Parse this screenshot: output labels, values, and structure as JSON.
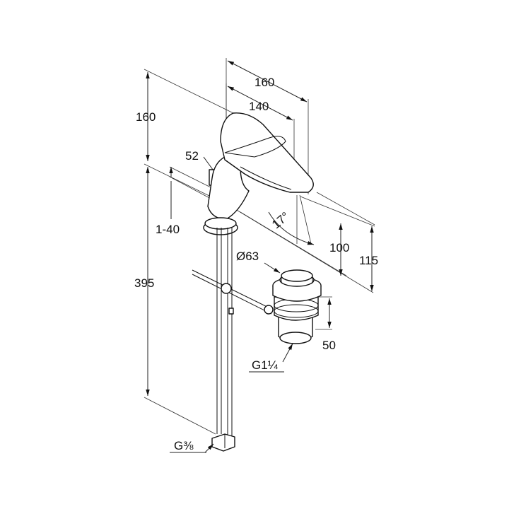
{
  "labels": {
    "height_top": "160",
    "height_bottom": "395",
    "lever_offset": "52",
    "lever_range": "1-40",
    "width_overall": "160",
    "width_spout": "140",
    "angle": "17°",
    "spout_height": "100",
    "total_height": "115",
    "waste_diameter": "Ø63",
    "waste_depth": "50",
    "waste_thread": "G1¼",
    "supply_thread": "G⅜"
  }
}
